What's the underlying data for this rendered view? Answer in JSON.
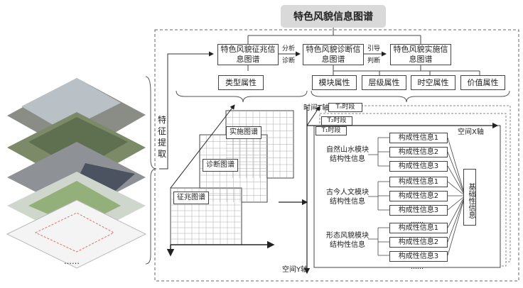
{
  "title": "特色风貌信息图谱",
  "top_boxes": [
    "特色风貌征兆信息图谱",
    "特色风貌诊断信息图谱",
    "特色风貌实施信息图谱"
  ],
  "arrow_labels": {
    "analysis": "分析",
    "diagnosis": "诊断",
    "guide": "引导",
    "judge": "判断"
  },
  "attributes": [
    "类型属性",
    "模块属性",
    "层级属性",
    "时空属性",
    "价值属性"
  ],
  "extract_label": [
    "特",
    "征",
    "提",
    "取"
  ],
  "maps": {
    "implement": "实施图谱",
    "diagnose": "诊断图谱",
    "symptom": "征兆图谱"
  },
  "axes": {
    "time": "时间T轴",
    "space_x": "空间X轴",
    "space_y": "空间Y轴"
  },
  "periods": [
    "Tₙ时段",
    "T₂时段",
    "T₁时段"
  ],
  "modules": [
    "自然山水模块结构性信息",
    "古今人文模块结构性信息",
    "形态风貌模块结构性信息"
  ],
  "info_items": [
    "构成性信息1",
    "构成性信息2",
    "构成性信息3"
  ],
  "ellipsis": "……",
  "base_info": "基础性信息",
  "left_ellipsis": "……"
}
